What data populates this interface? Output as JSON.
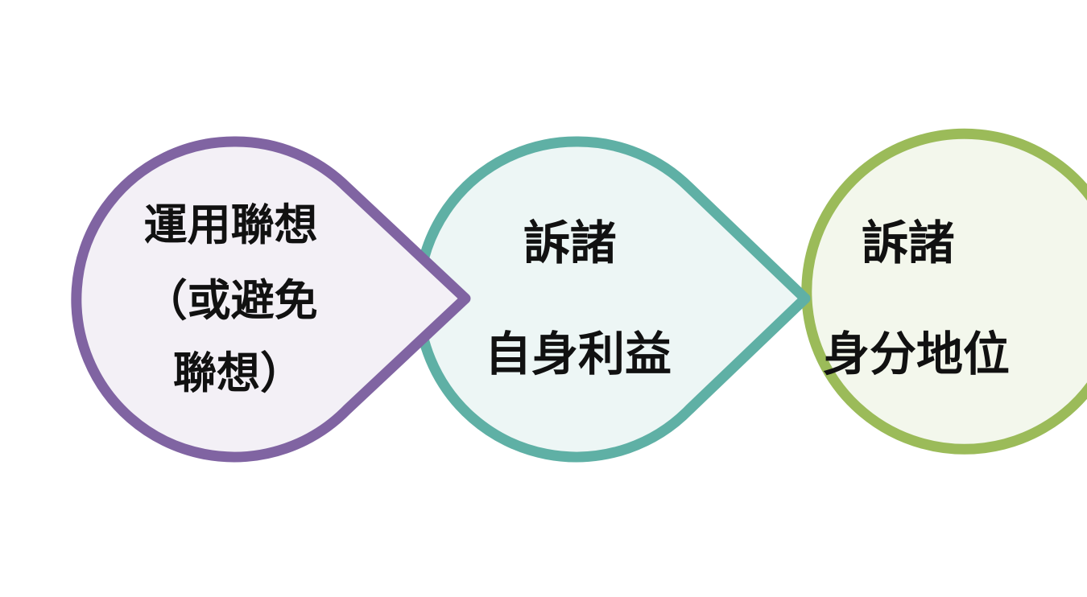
{
  "diagram": {
    "steps": [
      {
        "lines": [
          "運用聯想",
          "（或避免",
          "聯想）"
        ],
        "stroke": "#8064a2",
        "fill": "#f3f0f6"
      },
      {
        "lines": [
          "訴諸",
          "自身利益"
        ],
        "stroke": "#5fb0a5",
        "fill": "#edf6f5"
      },
      {
        "lines": [
          "訴諸",
          "身分地位"
        ],
        "stroke": "#9bbb59",
        "fill": "#f3f7ec"
      }
    ]
  }
}
